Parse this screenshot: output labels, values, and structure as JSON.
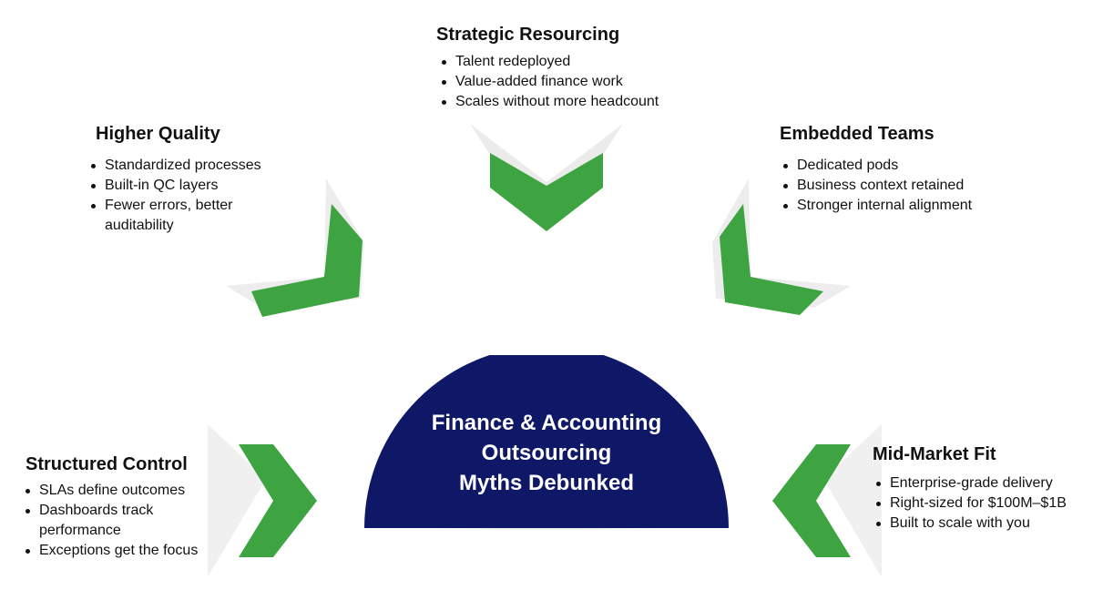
{
  "hub": {
    "title_lines": [
      "Finance & Accounting",
      "Outsourcing",
      "Myths Debunked"
    ]
  },
  "colors": {
    "navy": "#0f1767",
    "green": "#3da441",
    "text": "#111111"
  },
  "sections": {
    "strategic": {
      "title": "Strategic Resourcing",
      "bullets": [
        "Talent redeployed",
        "Value-added finance work",
        "Scales without more headcount"
      ]
    },
    "quality": {
      "title": "Higher Quality",
      "bullets": [
        "Standardized processes",
        "Built-in QC layers",
        "Fewer errors, better",
        "auditability"
      ]
    },
    "embedded": {
      "title": "Embedded Teams",
      "bullets": [
        "Dedicated pods",
        "Business context retained",
        "Stronger internal alignment"
      ]
    },
    "control": {
      "title": "Structured Control",
      "bullets": [
        "SLAs define outcomes",
        "Dashboards track",
        "performance",
        "Exceptions get the focus"
      ]
    },
    "midmarket": {
      "title": "Mid-Market Fit",
      "bullets": [
        "Enterprise-grade delivery",
        "Right-sized for $100M–$1B",
        "Built to scale with you"
      ]
    }
  }
}
